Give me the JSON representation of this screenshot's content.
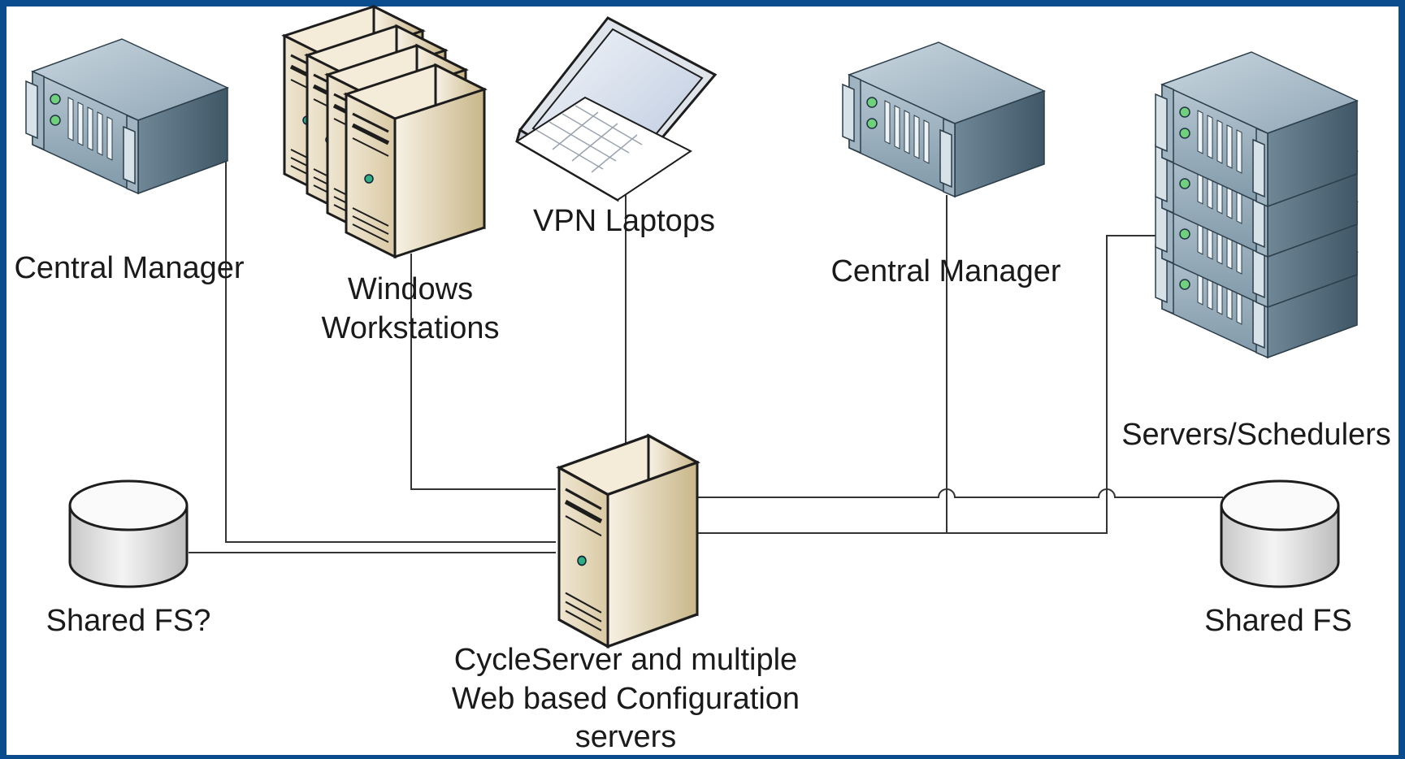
{
  "nodes": {
    "central_manager_left": "Central Manager",
    "windows_workstations": [
      "Windows",
      "Workstations"
    ],
    "vpn_laptops": "VPN Laptops",
    "central_manager_right": "Central Manager",
    "servers_schedulers": "Servers/Schedulers",
    "shared_fs_left": "Shared FS?",
    "shared_fs_right": "Shared FS",
    "cycleserver": [
      "CycleServer and multiple",
      "Web based Configuration",
      "servers"
    ]
  },
  "colors": {
    "frame": "#0b4c8f",
    "canvas": "#ffffff",
    "connector": "#333333"
  },
  "icons": {
    "central_manager_left": "rack-server-icon",
    "windows_workstations": "workstation-stack-icon",
    "vpn_laptops": "laptop-icon",
    "central_manager_right": "rack-server-icon",
    "servers_schedulers": "server-rack-stack-icon",
    "shared_fs_left": "disk-cylinder-icon",
    "shared_fs_right": "disk-cylinder-icon",
    "cycleserver": "tower-server-icon"
  }
}
